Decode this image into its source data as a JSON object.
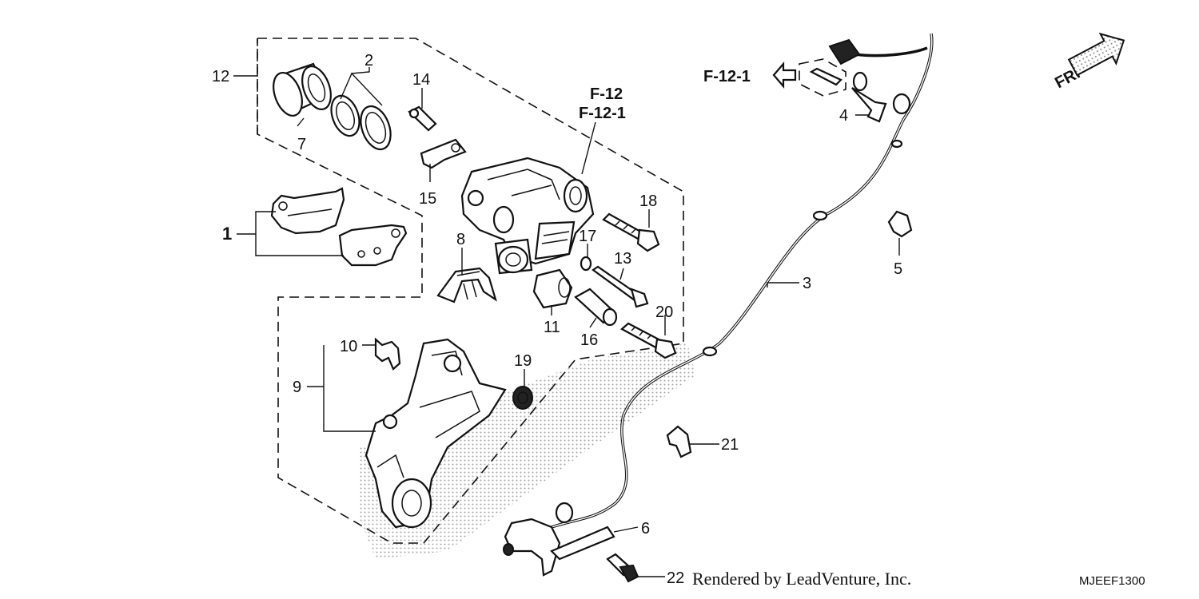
{
  "diagram": {
    "callouts": {
      "c1": "1",
      "c2": "2",
      "c3": "3",
      "c4": "4",
      "c5": "5",
      "c6": "6",
      "c7": "7",
      "c8": "8",
      "c9": "9",
      "c10": "10",
      "c11": "11",
      "c12": "12",
      "c13": "13",
      "c14": "14",
      "c15": "15",
      "c16": "16",
      "c17": "17",
      "c18": "18",
      "c19": "19",
      "c20": "20",
      "c21": "21",
      "c22": "22"
    },
    "references": {
      "caliper_ref_1": "F-12",
      "caliper_ref_2": "F-12-1",
      "arrow_ref": "F-12-1"
    },
    "front_indicator": "FR.",
    "footer_credit": "Rendered by LeadVenture, Inc.",
    "diagram_code": "MJEEF1300"
  }
}
